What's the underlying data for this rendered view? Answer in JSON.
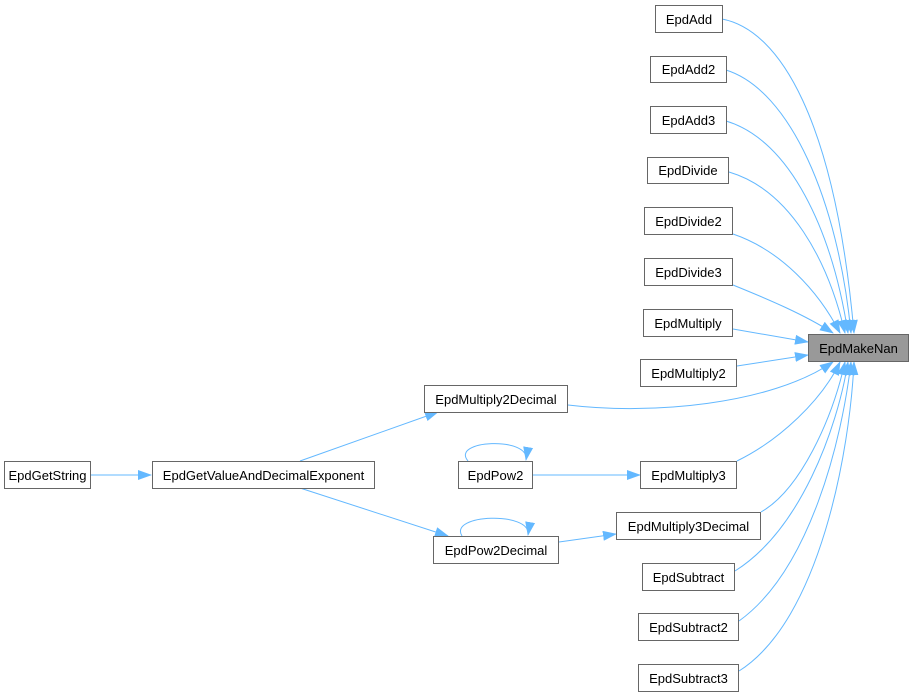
{
  "graph": {
    "type": "caller-graph",
    "edge_color": "#63b8ff",
    "focus_fill": "#999999",
    "focus": "EpdMakeNan",
    "nodes": {
      "make_nan": "EpdMakeNan",
      "add": "EpdAdd",
      "add2": "EpdAdd2",
      "add3": "EpdAdd3",
      "divide": "EpdDivide",
      "divide2": "EpdDivide2",
      "divide3": "EpdDivide3",
      "multiply": "EpdMultiply",
      "multiply2": "EpdMultiply2",
      "multiply2decimal": "EpdMultiply2Decimal",
      "get_string": "EpdGetString",
      "get_value": "EpdGetValueAndDecimalExponent",
      "pow2": "EpdPow2",
      "pow2decimal": "EpdPow2Decimal",
      "multiply3": "EpdMultiply3",
      "multiply3decimal": "EpdMultiply3Decimal",
      "subtract": "EpdSubtract",
      "subtract2": "EpdSubtract2",
      "subtract3": "EpdSubtract3"
    }
  }
}
